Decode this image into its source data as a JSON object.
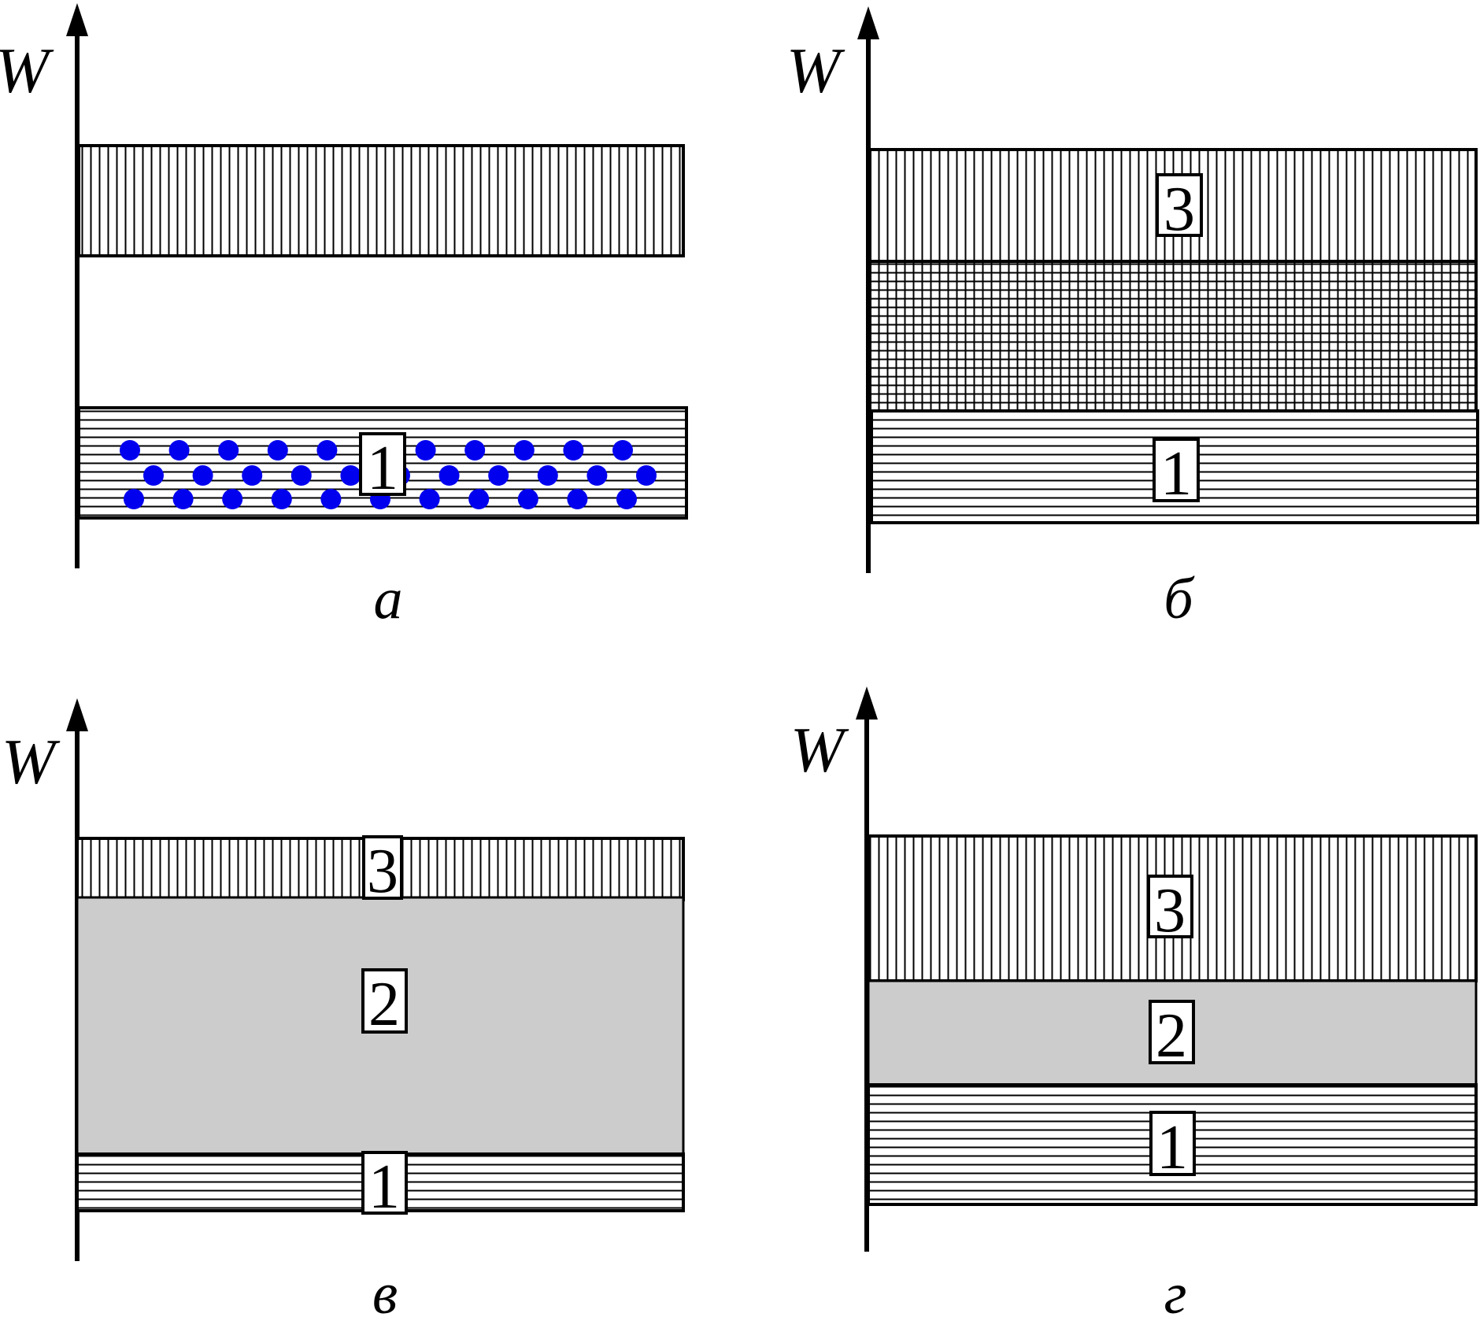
{
  "axis_label": "W",
  "colors": {
    "line": "#000000",
    "band_fill": "#ffffff",
    "gray_fill": "#cccccc",
    "dot": "#0000ee"
  },
  "panels": [
    {
      "caption": "а",
      "axis_label": "W",
      "bands": [
        {
          "pattern": "vertical",
          "label": ""
        },
        {
          "pattern": "horizontal",
          "label": "1",
          "dots": true
        }
      ]
    },
    {
      "caption": "б",
      "axis_label": "W",
      "bands": [
        {
          "pattern": "vertical",
          "label": "3"
        },
        {
          "pattern": "grid",
          "label": ""
        },
        {
          "pattern": "horizontal",
          "label": "1"
        }
      ]
    },
    {
      "caption": "в",
      "axis_label": "W",
      "bands": [
        {
          "pattern": "vertical",
          "label": "3"
        },
        {
          "pattern": "gray",
          "label": "2"
        },
        {
          "pattern": "horizontal",
          "label": "1"
        }
      ]
    },
    {
      "caption": "г",
      "axis_label": "W",
      "bands": [
        {
          "pattern": "vertical",
          "label": "3"
        },
        {
          "pattern": "gray",
          "label": "2"
        },
        {
          "pattern": "horizontal",
          "label": "1"
        }
      ]
    }
  ]
}
